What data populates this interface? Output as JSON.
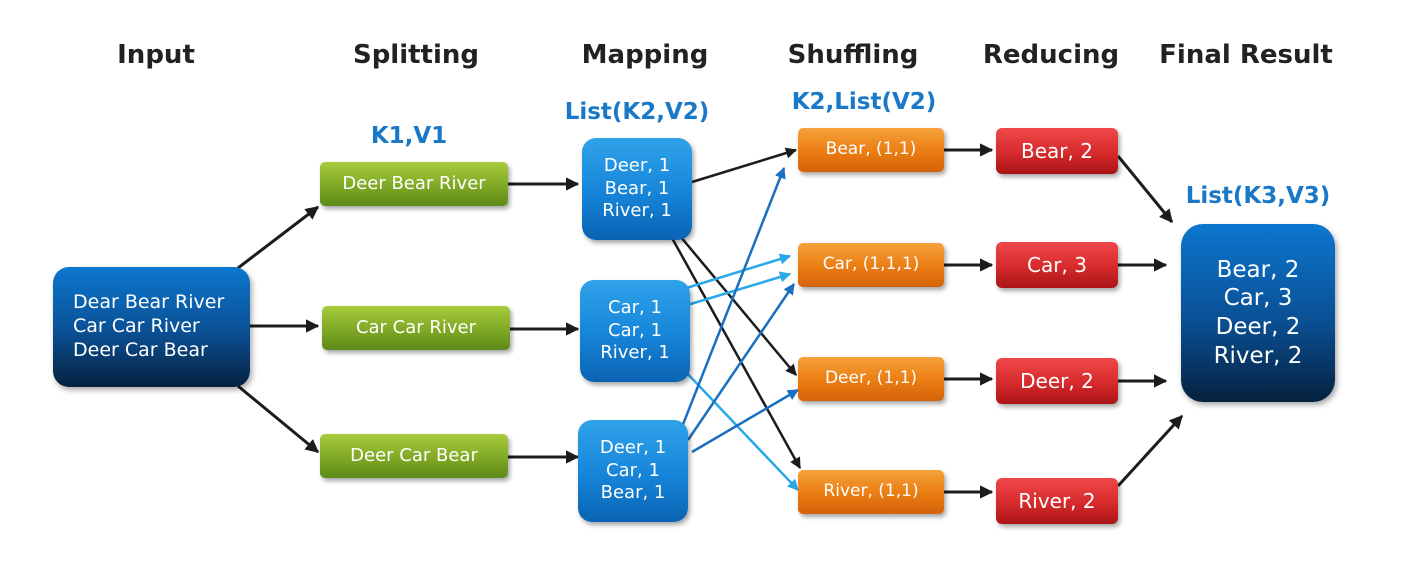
{
  "stages": {
    "input": "Input",
    "splitting": "Splitting",
    "mapping": "Mapping",
    "shuffling": "Shuffling",
    "reducing": "Reducing",
    "final": "Final Result"
  },
  "kv_labels": {
    "splitting": "K1,V1",
    "mapping": "List(K2,V2)",
    "shuffling": "K2,List(V2)",
    "final": "List(K3,V3)"
  },
  "input": {
    "lines": [
      "Dear Bear River",
      "Car Car River",
      "Deer Car Bear"
    ]
  },
  "splits": [
    "Deer Bear River",
    "Car Car River",
    "Deer Car Bear"
  ],
  "maps": [
    {
      "lines": [
        "Deer, 1",
        "Bear, 1",
        "River, 1"
      ]
    },
    {
      "lines": [
        "Car, 1",
        "Car, 1",
        "River, 1"
      ]
    },
    {
      "lines": [
        "Deer, 1",
        "Car, 1",
        "Bear, 1"
      ]
    }
  ],
  "shuffles": [
    "Bear, (1,1)",
    "Car, (1,1,1)",
    "Deer, (1,1)",
    "River, (1,1)"
  ],
  "reduces": [
    "Bear, 2",
    "Car, 3",
    "Deer, 2",
    "River, 2"
  ],
  "result": {
    "lines": [
      "Bear, 2",
      "Car, 3",
      "Deer, 2",
      "River, 2"
    ]
  },
  "colors": {
    "arrow_dark": "#1c1c1c",
    "arrow_blue": "#1a6fc0",
    "arrow_light_blue": "#29a8e8",
    "label_blue": "#1a78c9"
  }
}
